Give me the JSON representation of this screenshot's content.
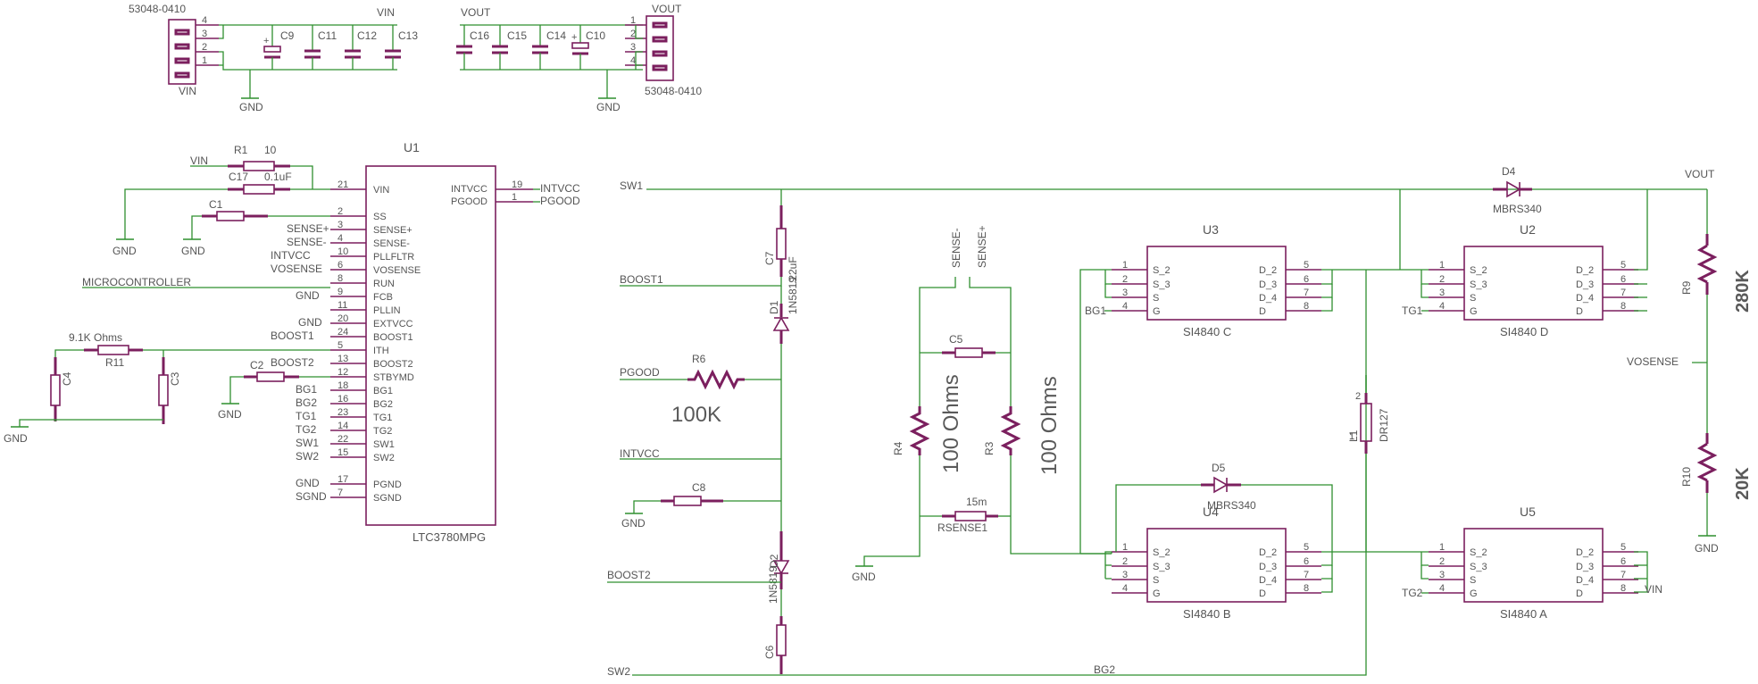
{
  "connectors": [
    {
      "name": "53048-0410",
      "net": "VIN",
      "pins": [
        "4",
        "3",
        "2",
        "1"
      ]
    },
    {
      "name": "53048-0410",
      "net": "VOUT",
      "pins": [
        "1",
        "2",
        "3",
        "4"
      ]
    }
  ],
  "caps_top": {
    "vin": [
      "C9",
      "C11",
      "C12",
      "C13"
    ],
    "vout": [
      "C16",
      "C15",
      "C14",
      "C10"
    ],
    "vin_label": "VIN",
    "vout_label": "VOUT"
  },
  "u1": {
    "ref": "U1",
    "part": "LTC3780MPG",
    "left_pins": [
      {
        "num": "21",
        "name": "VIN"
      },
      {
        "num": "2",
        "name": "SS"
      },
      {
        "num": "3",
        "name": "SENSE+"
      },
      {
        "num": "4",
        "name": "SENSE-"
      },
      {
        "num": "10",
        "name": "PLLFLTR"
      },
      {
        "num": "6",
        "name": "VOSENSE"
      },
      {
        "num": "8",
        "name": "RUN"
      },
      {
        "num": "9",
        "name": "FCB"
      },
      {
        "num": "11",
        "name": "PLLIN"
      },
      {
        "num": "20",
        "name": "EXTVCC"
      },
      {
        "num": "24",
        "name": "BOOST1"
      },
      {
        "num": "5",
        "name": "ITH"
      },
      {
        "num": "13",
        "name": "BOOST2"
      },
      {
        "num": "12",
        "name": "STBYMD"
      },
      {
        "num": "18",
        "name": "BG1"
      },
      {
        "num": "16",
        "name": "BG2"
      },
      {
        "num": "23",
        "name": "TG1"
      },
      {
        "num": "14",
        "name": "TG2"
      },
      {
        "num": "22",
        "name": "SW1"
      },
      {
        "num": "15",
        "name": "SW2"
      },
      {
        "num": "17",
        "name": "PGND"
      },
      {
        "num": "7",
        "name": "SGND"
      }
    ],
    "right_pins": [
      {
        "num": "19",
        "name": "INTVCC",
        "net": "INTVCC"
      },
      {
        "num": "1",
        "name": "PGOOD",
        "net": "PGOOD"
      }
    ],
    "left_nets": [
      "SENSE+",
      "SENSE-",
      "INTVCC",
      "VOSENSE",
      "MICROCONTROLLER",
      "GND",
      "GND",
      "BOOST1",
      "BOOST2",
      "BG1",
      "BG2",
      "TG1",
      "TG2",
      "SW1",
      "SW2",
      "GND",
      "SGND"
    ]
  },
  "passives_left": {
    "r1": {
      "ref": "R1",
      "value": "10"
    },
    "c17": {
      "ref": "C17",
      "value": "0.1uF"
    },
    "c1": {
      "ref": "C1"
    },
    "r11": {
      "ref": "R11",
      "value": "9.1K Ohms"
    },
    "c2": {
      "ref": "C2"
    },
    "c3": {
      "ref": "C3"
    },
    "c4": {
      "ref": "C4"
    },
    "vin_net": "VIN",
    "gnd": "GND"
  },
  "middle": {
    "sw1": "SW1",
    "boost1": "BOOST1",
    "pgood": "PGOOD",
    "intvcc": "INTVCC",
    "boost2": "BOOST2",
    "sw2": "SW2",
    "c7": {
      "ref": "C7",
      "value": ".22uF"
    },
    "d1": {
      "ref": "D1",
      "value": "1N5819"
    },
    "r6": {
      "ref": "R6",
      "value": "100K"
    },
    "c8": {
      "ref": "C8"
    },
    "d2": {
      "ref": "D2",
      "value": "1N5819"
    },
    "c6": {
      "ref": "C6"
    },
    "gnd": "GND"
  },
  "sense": {
    "sense_minus": "SENSE-",
    "sense_plus": "SENSE+",
    "c5": {
      "ref": "C5"
    },
    "r4": {
      "ref": "R4",
      "value": "100 Ohms"
    },
    "r3": {
      "ref": "R3",
      "value": "100 Ohms"
    },
    "rsense": {
      "ref": "RSENSE1",
      "value": "15m"
    },
    "gnd": "GND"
  },
  "mosfets": [
    {
      "ref": "U3",
      "part": "SI4840 C",
      "gate": "BG1"
    },
    {
      "ref": "U2",
      "part": "SI4840 D",
      "gate": "TG1"
    },
    {
      "ref": "U4",
      "part": "SI4840 B",
      "gate": ""
    },
    {
      "ref": "U5",
      "part": "SI4840 A",
      "gate": "TG2"
    }
  ],
  "mosfet_pins": {
    "left": [
      {
        "num": "1",
        "name": "S_2"
      },
      {
        "num": "2",
        "name": "S_3"
      },
      {
        "num": "3",
        "name": "S"
      },
      {
        "num": "4",
        "name": "G"
      }
    ],
    "right": [
      {
        "num": "5",
        "name": "D_2"
      },
      {
        "num": "6",
        "name": "D_3"
      },
      {
        "num": "7",
        "name": "D_4"
      },
      {
        "num": "8",
        "name": "D"
      }
    ]
  },
  "right_side": {
    "d4": {
      "ref": "D4",
      "value": "MBRS340"
    },
    "d5": {
      "ref": "D5",
      "value": "MBRS340"
    },
    "l1": {
      "ref": "L1",
      "value": "DR127"
    },
    "r9": {
      "ref": "R9",
      "value": "280K"
    },
    "r10": {
      "ref": "R10",
      "value": "20K"
    },
    "vout": "VOUT",
    "vosense": "VOSENSE",
    "vin": "VIN",
    "bg2": "BG2",
    "gnd": "GND"
  }
}
